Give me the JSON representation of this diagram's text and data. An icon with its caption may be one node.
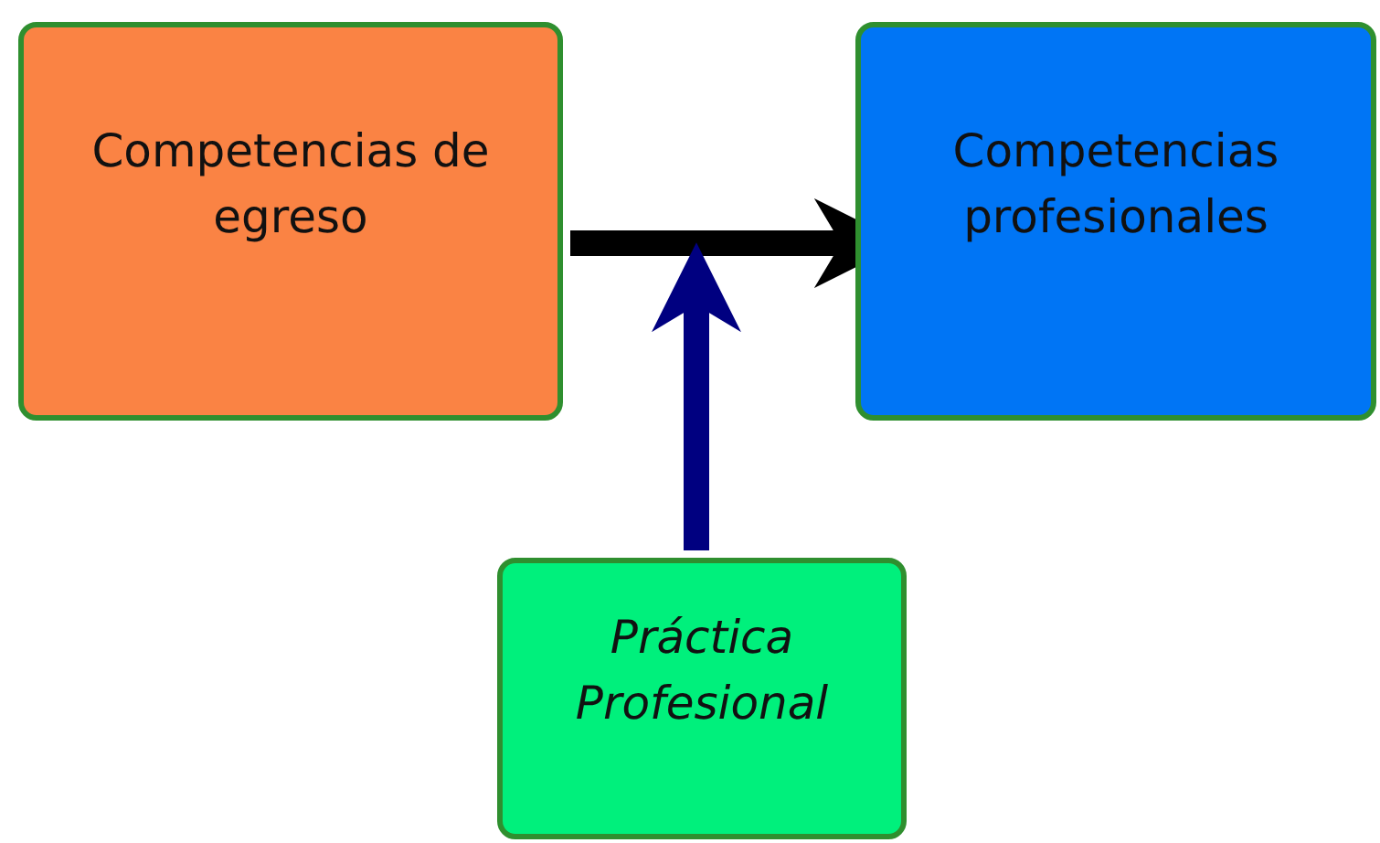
{
  "diagram": {
    "nodes": [
      {
        "text": [
          "Competencias de egreso"
        ]
      },
      {
        "text": [
          "Competencias profesionales"
        ]
      },
      {
        "text": [
          "Práctica Profesional"
        ]
      }
    ],
    "edges": [
      {
        "from": 0,
        "to": 1,
        "arrow": "to",
        "color": "#000000"
      },
      {
        "from": 2,
        "to": null,
        "arrow": "to",
        "color": "#000080"
      }
    ]
  }
}
